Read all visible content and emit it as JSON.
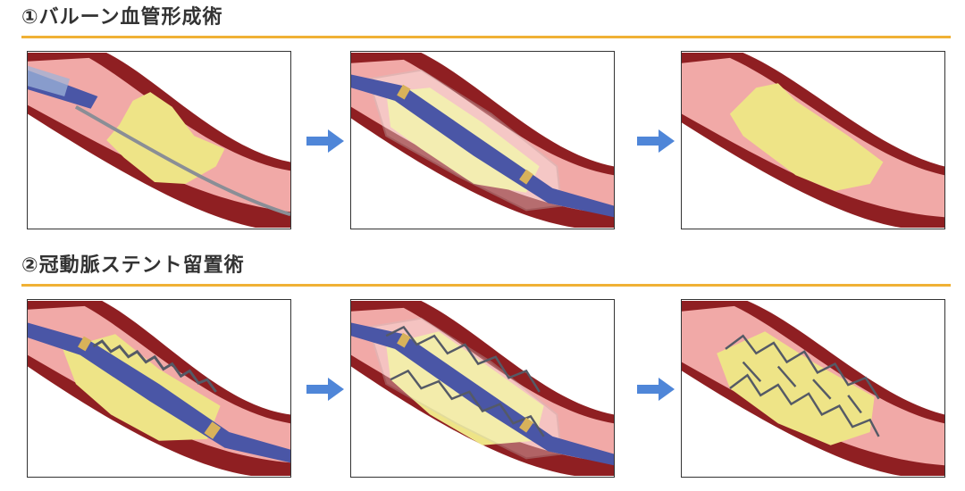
{
  "colors": {
    "rule": "#f0b135",
    "arrow": "#4f86d8",
    "vessel_wall": "#8f1f22",
    "vessel_lumen": "#f1a9a7",
    "plaque": "#eee487",
    "catheter": "#4a56a6",
    "marker": "#d8b25a",
    "stent": "#555a66"
  },
  "sections": [
    {
      "title": "①バルーン血管形成術",
      "steps": [
        "guidewire-insertion-step",
        "balloon-inflation-step",
        "vessel-widened-step"
      ]
    },
    {
      "title": "②冠動脈ステント留置術",
      "steps": [
        "stent-delivery-step",
        "stent-expansion-step",
        "stent-placed-step"
      ]
    }
  ]
}
